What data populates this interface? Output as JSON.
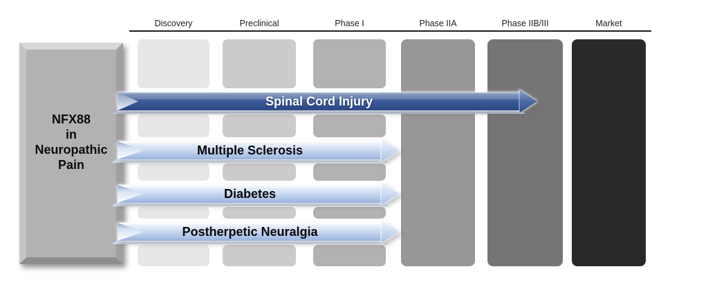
{
  "product_box": {
    "lines": [
      "NFX88",
      "in",
      "Neuropathic",
      "Pain"
    ],
    "title_full": "NFX88 in Neuropathic Pain"
  },
  "stages": [
    {
      "label": "Discovery",
      "color": "#e8e6e6"
    },
    {
      "label": "Preclinical",
      "color": "#cccaca"
    },
    {
      "label": "Phase I",
      "color": "#b3b1b1"
    },
    {
      "label": "Phase IIA",
      "color": "#989696"
    },
    {
      "label": "Phase IIB/III",
      "color": "#767474"
    },
    {
      "label": "Market",
      "color": "#2a2929"
    }
  ],
  "indications": [
    {
      "label": "Spinal Cord Injury",
      "reaches_stage": "Phase IIB/III",
      "arrow_style": "dark-blue",
      "text_color": "#ffffff"
    },
    {
      "label": "Multiple Sclerosis",
      "reaches_stage": "Phase I",
      "arrow_style": "light-blue",
      "text_color": "#000000"
    },
    {
      "label": "Diabetes",
      "reaches_stage": "Phase I",
      "arrow_style": "light-blue",
      "text_color": "#000000"
    },
    {
      "label": "Postherpetic Neuralgia",
      "reaches_stage": "Phase I",
      "arrow_style": "light-blue",
      "text_color": "#000000"
    }
  ],
  "colors": {
    "dark_arrow_main": "#2e4b8b",
    "light_arrow_main": "#c3d4ee",
    "header_rule": "#1f1f1f",
    "background": "#ffffff"
  }
}
